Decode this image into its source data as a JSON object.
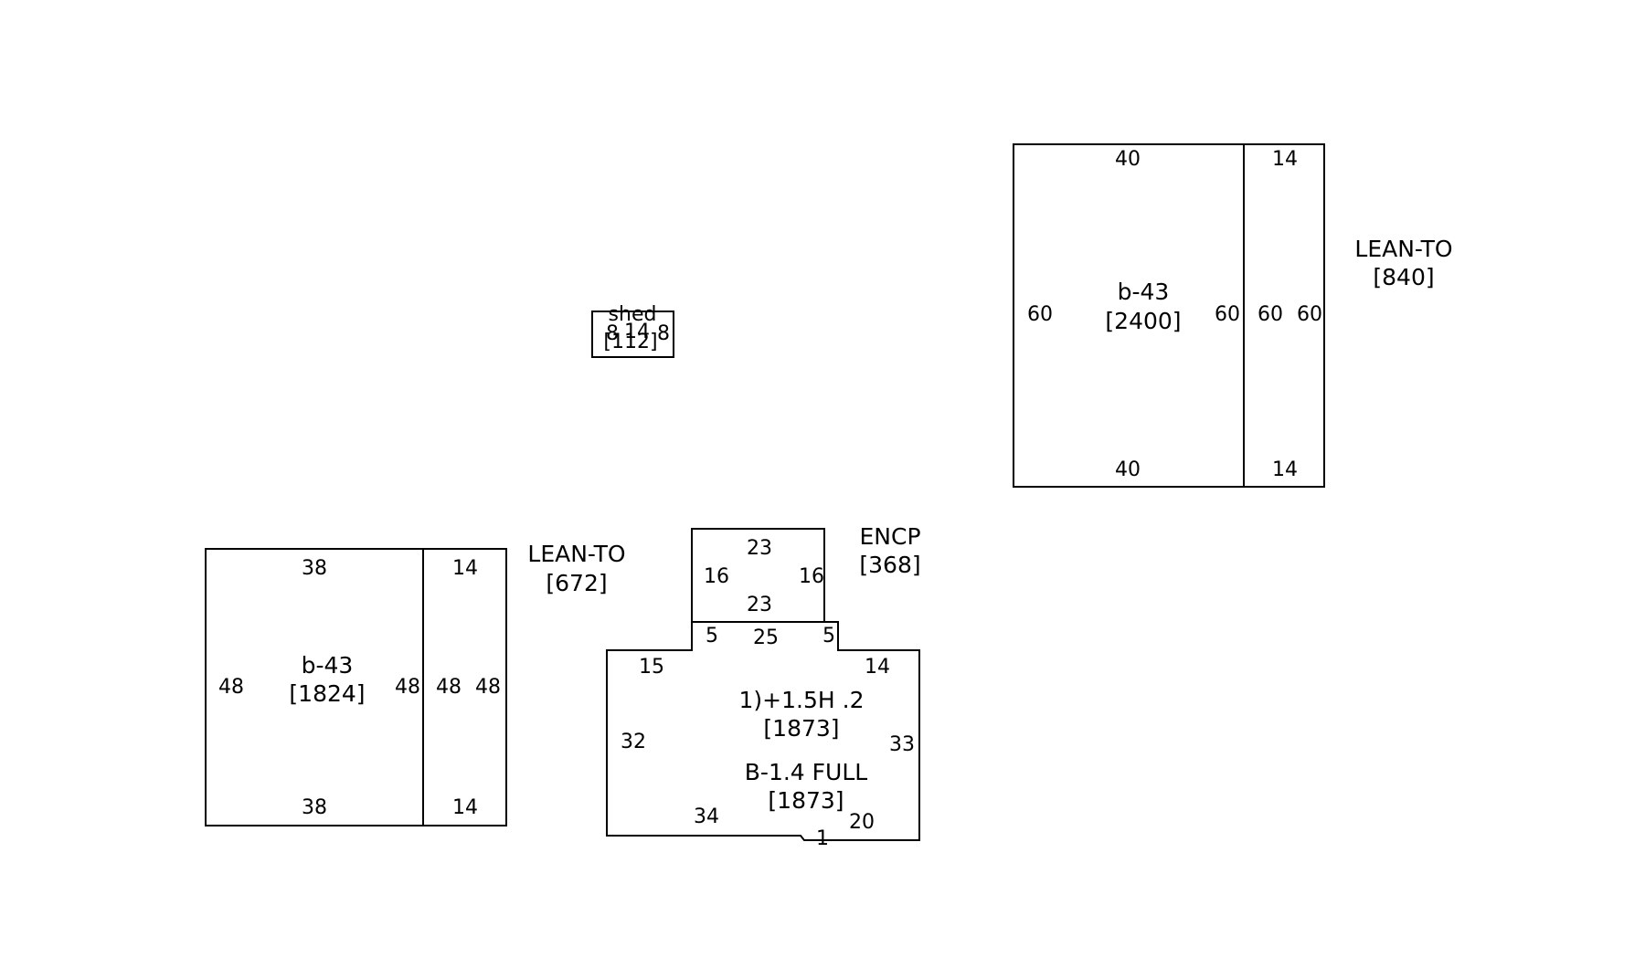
{
  "shed": {
    "name": "shed",
    "area": "[112]",
    "dims": {
      "top": "14",
      "left": "8",
      "right": "8"
    }
  },
  "garage": {
    "main": {
      "name": "b-43",
      "area": "[2400]",
      "dims": {
        "top": "40",
        "bottom": "40",
        "left": "60",
        "right": "60"
      }
    },
    "leanto": {
      "name": "LEAN-TO",
      "area": "[840]",
      "dims": {
        "top": "14",
        "bottom": "14",
        "left": "60",
        "right": "60"
      }
    }
  },
  "barn": {
    "main": {
      "name": "b-43",
      "area": "[1824]",
      "dims": {
        "top": "38",
        "bottom": "38",
        "left": "48",
        "right": "48"
      }
    },
    "leanto": {
      "name": "LEAN-TO",
      "area": "[672]",
      "dims": {
        "top": "14",
        "bottom": "14",
        "left": "48",
        "right": "48"
      }
    }
  },
  "house": {
    "porch": {
      "name": "ENCP",
      "area": "[368]",
      "dims": {
        "top": "23",
        "bottom": "23",
        "left": "16",
        "right": "16"
      }
    },
    "main": {
      "line1": "1)+1.5H .2",
      "area1": "[1873]",
      "line2": "B-1.4 FULL",
      "area2": "[1873]",
      "dims": {
        "step_left": "5",
        "mid_top": "25",
        "step_right": "5",
        "top_left": "15",
        "top_right": "14",
        "left": "32",
        "right": "33",
        "bottom_left": "34",
        "bottom_right": "20",
        "jog": "1"
      }
    }
  }
}
